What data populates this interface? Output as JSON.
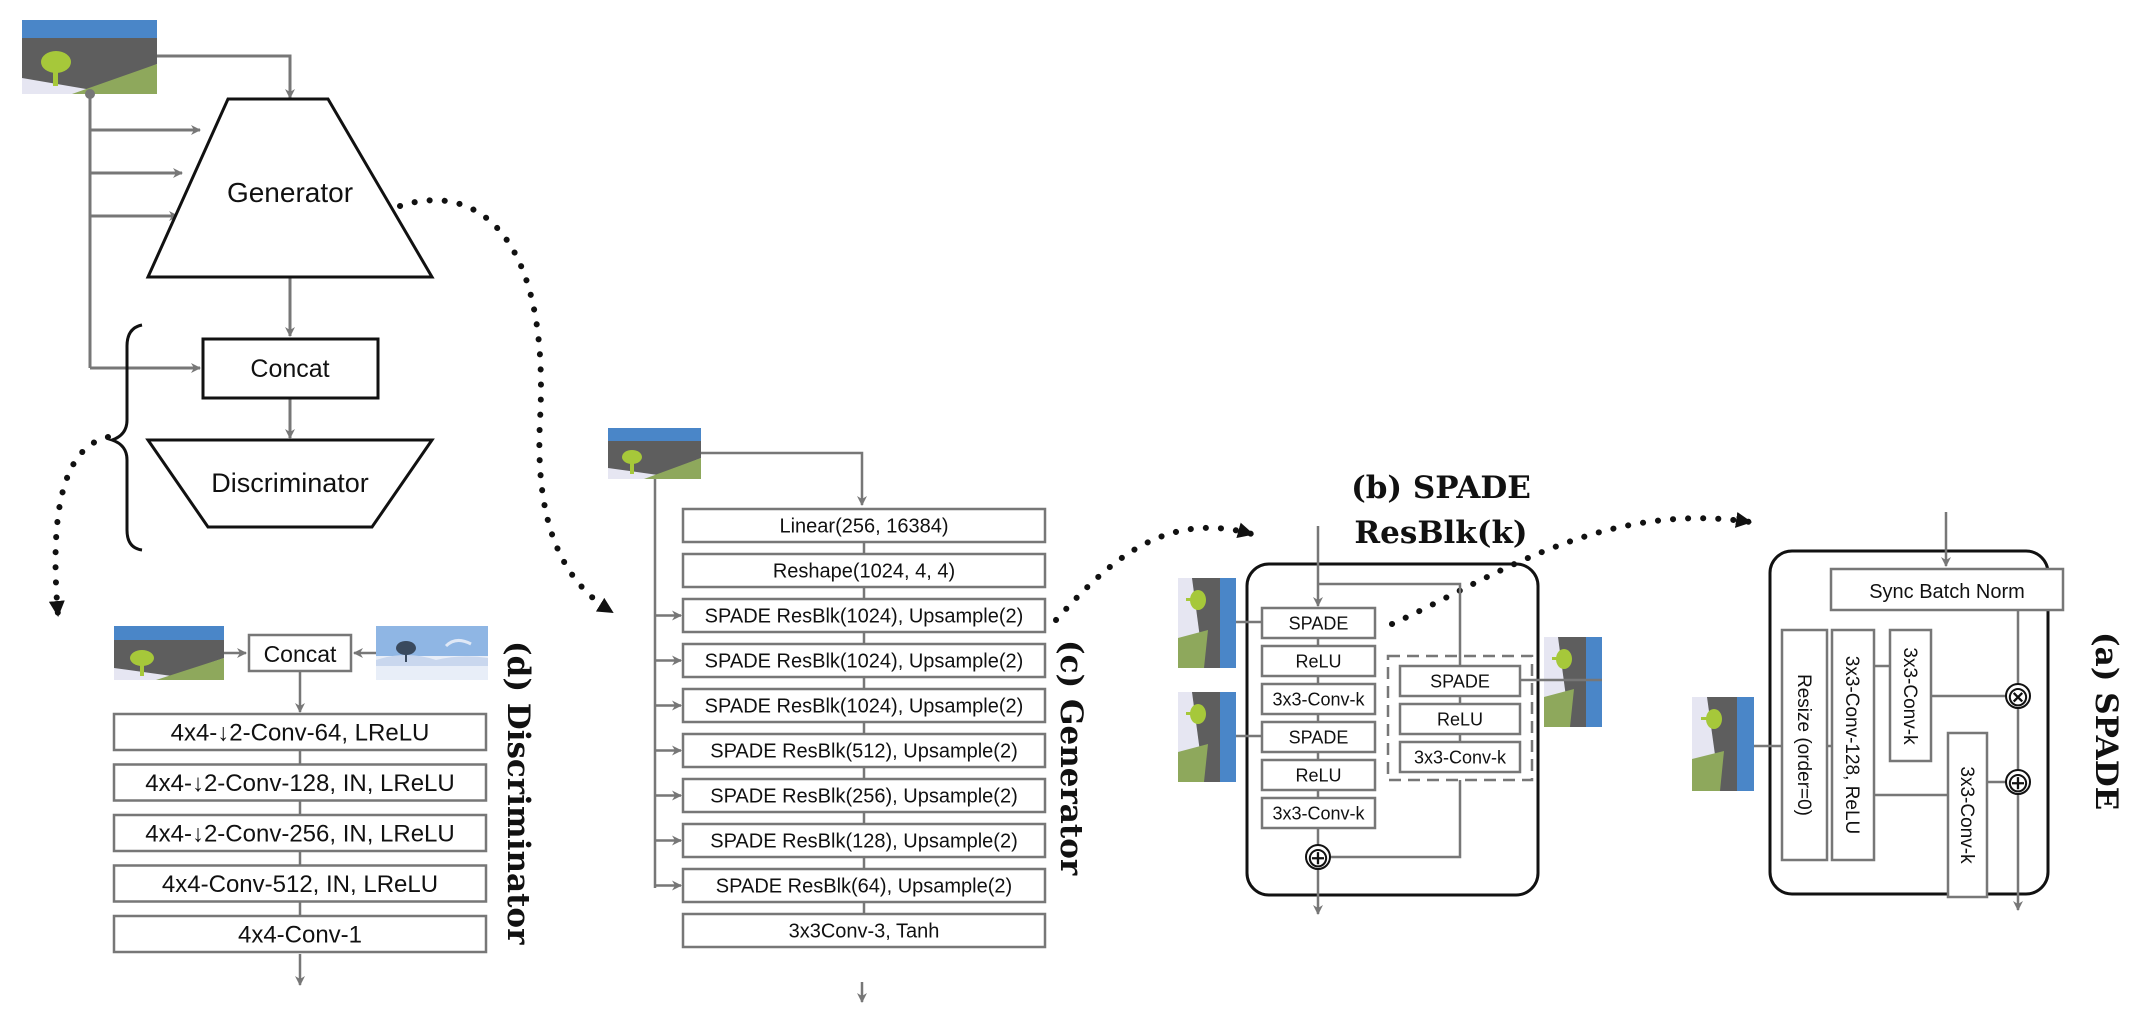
{
  "overview": {
    "generator": "Generator",
    "concat": "Concat",
    "discriminator": "Discriminator"
  },
  "discriminator_panel": {
    "caption": "(d) Discriminator",
    "concat": "Concat",
    "layers": [
      "4x4-↓2-Conv-64, LReLU",
      "4x4-↓2-Conv-128, IN, LReLU",
      "4x4-↓2-Conv-256, IN, LReLU",
      "4x4-Conv-512, IN, LReLU",
      "4x4-Conv-1"
    ]
  },
  "generator_panel": {
    "caption": "(c) Generator",
    "layers": [
      "Linear(256, 16384)",
      "Reshape(1024, 4, 4)",
      "SPADE ResBlk(1024), Upsample(2)",
      "SPADE ResBlk(1024), Upsample(2)",
      "SPADE ResBlk(1024), Upsample(2)",
      "SPADE ResBlk(512), Upsample(2)",
      "SPADE ResBlk(256), Upsample(2)",
      "SPADE ResBlk(128), Upsample(2)",
      "SPADE ResBlk(64), Upsample(2)",
      "3x3Conv-3, Tanh"
    ]
  },
  "resblk_panel": {
    "caption_line1": "(b) SPADE",
    "caption_line2": "ResBlk(k)",
    "main_path": [
      "SPADE",
      "ReLU",
      "3x3-Conv-k",
      "SPADE",
      "ReLU",
      "3x3-Conv-k"
    ],
    "shortcut_path": [
      "SPADE",
      "ReLU",
      "3x3-Conv-k"
    ],
    "sum_symbol": "⊕"
  },
  "spade_panel": {
    "caption": "(a) SPADE",
    "sync_bn": "Sync Batch Norm",
    "resize": "Resize (order=0)",
    "shared_conv": "3x3-Conv-128, ReLU",
    "gamma_conv": "3x3-Conv-k",
    "beta_conv": "3x3-Conv-k",
    "mul_symbol": "⊗",
    "add_symbol": "⊕"
  },
  "colors": {
    "sky": "#4a86c8",
    "rock": "#5e5e5e",
    "grass": "#8ea85c",
    "snow": "#e6e6f2",
    "tree": "#a6c83a",
    "arrow": "#777777",
    "box_border": "#777777"
  }
}
